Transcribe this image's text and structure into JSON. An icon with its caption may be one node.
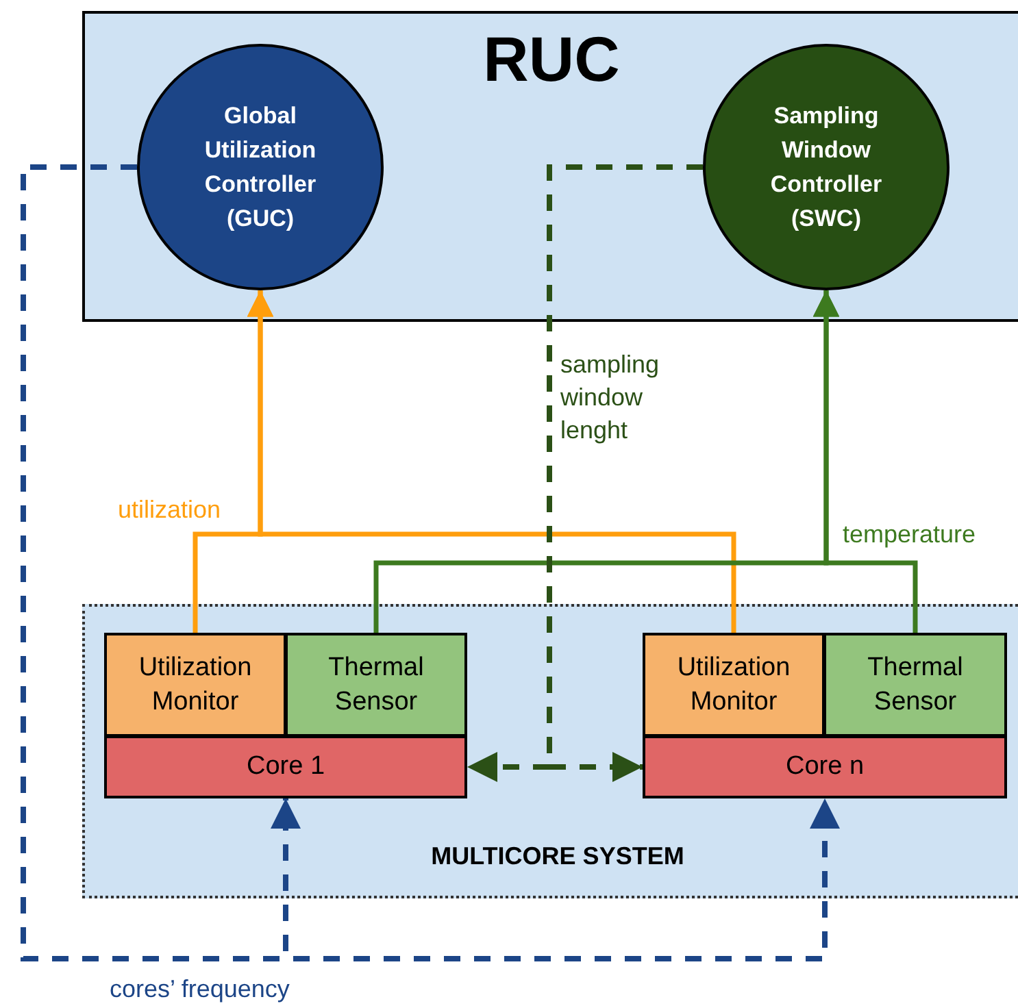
{
  "diagram": {
    "nodes": [
      {
        "text": [
          "RUC"
        ]
      },
      {
        "text": [
          "Global Utilization Controller (GUC)"
        ],
        "in": 0
      },
      {
        "text": [
          "Sampling Window Controller (SWC)"
        ],
        "in": 0
      },
      {
        "text": [
          "MULTICORE SYSTEM"
        ]
      },
      {
        "text": [
          "Utilization Monitor"
        ],
        "in": 3
      },
      {
        "text": [
          "Thermal Sensor"
        ],
        "in": 3
      },
      {
        "text": [
          "Core 1"
        ],
        "in": 3
      },
      {
        "text": [
          "Utilization Monitor"
        ],
        "in": 3
      },
      {
        "text": [
          "Thermal Sensor"
        ],
        "in": 3
      },
      {
        "text": [
          "Core n"
        ],
        "in": 3
      }
    ],
    "edges": [
      {
        "from": 4,
        "to": 1,
        "arrow": "to",
        "label": "utilization",
        "color": "#ff9e0d"
      },
      {
        "from": 7,
        "to": 1,
        "arrow": "to",
        "color": "#ff9e0d"
      },
      {
        "from": 5,
        "to": 2,
        "arrow": "to",
        "label": "temperature",
        "color": "#3d7a1f"
      },
      {
        "from": 8,
        "to": 2,
        "arrow": "to",
        "color": "#3d7a1f"
      },
      {
        "from": 1,
        "to": 6,
        "arrow": "to",
        "label": "cores’ frequency",
        "style": "dashed",
        "color": "#1c4587"
      },
      {
        "from": 1,
        "to": 9,
        "arrow": "to",
        "style": "dashed",
        "color": "#1c4587"
      },
      {
        "from": 2,
        "to": 6,
        "arrow": "to",
        "label": "sampling window lenght",
        "style": "dashed",
        "color": "#2b5016"
      },
      {
        "from": 2,
        "to": 9,
        "arrow": "to",
        "style": "dashed",
        "color": "#2b5016"
      }
    ]
  }
}
